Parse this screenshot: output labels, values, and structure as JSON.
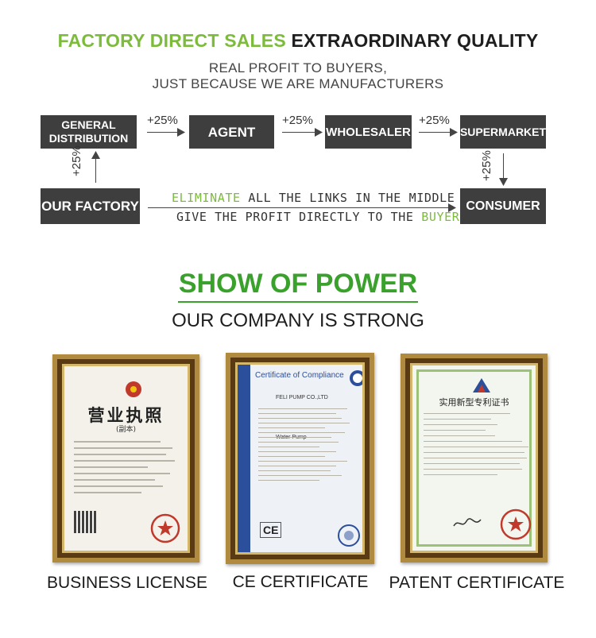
{
  "header": {
    "headline_green": "FACTORY DIRECT SALES",
    "headline_dark": "EXTRAORDINARY QUALITY",
    "subline_1": "REAL PROFIT TO BUYERS,",
    "subline_2": "JUST BECAUSE WE ARE MANUFACTURERS"
  },
  "flow": {
    "boxes": {
      "general_distribution_1": "GENERAL",
      "general_distribution_2": "DISTRIBUTION",
      "agent": "AGENT",
      "wholesaler": "WHOLESALER",
      "supermarket": "SUPERMARKET",
      "our_factory": "OUR FACTORY",
      "consumer": "CONSUMER"
    },
    "markup": "+25%",
    "middle_line1_green": "ELIMINATE",
    "middle_line1_rest": " ALL THE LINKS IN THE MIDDLE",
    "middle_line2_rest": "GIVE THE PROFIT DIRECTLY TO THE ",
    "middle_line2_green": "BUYER"
  },
  "power": {
    "title": "SHOW OF POWER",
    "subtitle": "OUR COMPANY IS STRONG"
  },
  "certificates": {
    "business_license": {
      "caption": "BUSINESS LICENSE",
      "doc_title": "营业执照",
      "doc_sub": "(副本)"
    },
    "ce_certificate": {
      "caption": "CE CERTIFICATE",
      "doc_title": "Certificate of Compliance",
      "company": "FELI PUMP CO.,LTD",
      "product": "Water Pump",
      "mark": "CE"
    },
    "patent_certificate": {
      "caption": "PATENT CERTIFICATE",
      "doc_title": "实用新型专利证书"
    }
  },
  "colors": {
    "accent_green": "#7dbb3c",
    "power_green": "#3aa12c",
    "box_dark": "#3e3e3e",
    "frame_gold": "#b08a3e"
  }
}
